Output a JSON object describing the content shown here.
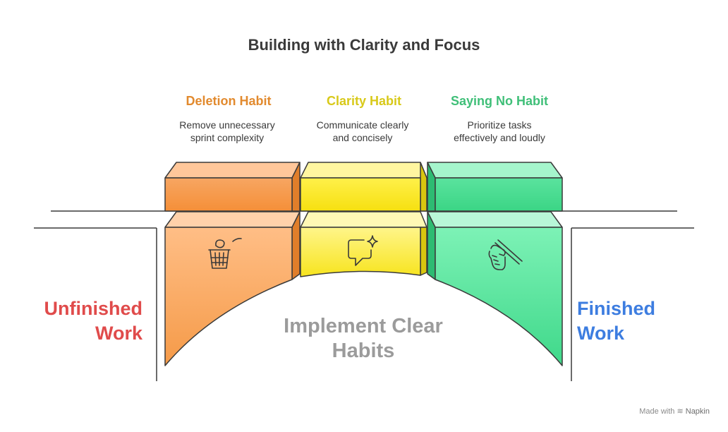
{
  "title": "Building with Clarity and Focus",
  "habits": [
    {
      "title": "Deletion Habit",
      "desc_line1": "Remove unnecessary",
      "desc_line2": "sprint complexity",
      "color": "#E28A2E",
      "icon": "trash-basket-icon"
    },
    {
      "title": "Clarity Habit",
      "desc_line1": "Communicate clearly",
      "desc_line2": "and concisely",
      "color": "#D8C919",
      "icon": "chat-sparkle-icon"
    },
    {
      "title": "Saying No Habit",
      "desc_line1": "Prioritize tasks",
      "desc_line2": "effectively and loudly",
      "color": "#3FBF78",
      "icon": "blocking-hand-icon"
    }
  ],
  "left_label": {
    "line1": "Unfinished",
    "line2": "Work",
    "color": "#E04B4B"
  },
  "right_label": {
    "line1": "Finished",
    "line2": "Work",
    "color": "#3D7DE0"
  },
  "center_label": "Implement Clear Habits",
  "footer": {
    "prefix": "Made with",
    "brand": "Napkin"
  }
}
